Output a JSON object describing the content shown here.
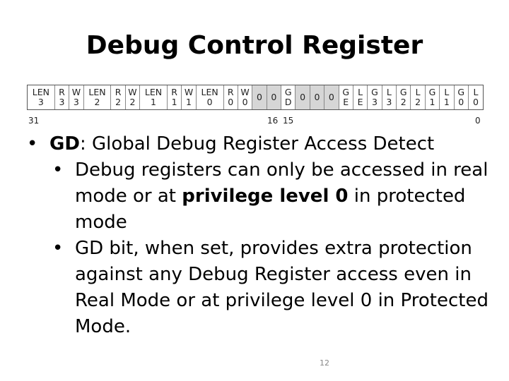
{
  "slide": {
    "title": "Debug Control Register",
    "page_number": "12"
  },
  "register": {
    "cells": [
      {
        "top": "LEN",
        "bottom": "3",
        "shaded": false
      },
      {
        "top": "R",
        "bottom": "3",
        "shaded": false
      },
      {
        "top": "W",
        "bottom": "3",
        "shaded": false
      },
      {
        "top": "LEN",
        "bottom": "2",
        "shaded": false
      },
      {
        "top": "R",
        "bottom": "2",
        "shaded": false
      },
      {
        "top": "W",
        "bottom": "2",
        "shaded": false
      },
      {
        "top": "LEN",
        "bottom": "1",
        "shaded": false
      },
      {
        "top": "R",
        "bottom": "1",
        "shaded": false
      },
      {
        "top": "W",
        "bottom": "1",
        "shaded": false
      },
      {
        "top": "LEN",
        "bottom": "0",
        "shaded": false
      },
      {
        "top": "R",
        "bottom": "0",
        "shaded": false
      },
      {
        "top": "W",
        "bottom": "0",
        "shaded": false
      },
      {
        "top": "",
        "bottom": "0",
        "shaded": true,
        "single": true
      },
      {
        "top": "",
        "bottom": "0",
        "shaded": true,
        "single": true
      },
      {
        "top": "G",
        "bottom": "D",
        "shaded": false
      },
      {
        "top": "",
        "bottom": "0",
        "shaded": true,
        "single": true
      },
      {
        "top": "",
        "bottom": "0",
        "shaded": true,
        "single": true
      },
      {
        "top": "",
        "bottom": "0",
        "shaded": true,
        "single": true
      },
      {
        "top": "G",
        "bottom": "E",
        "shaded": false
      },
      {
        "top": "L",
        "bottom": "E",
        "shaded": false
      },
      {
        "top": "G",
        "bottom": "3",
        "shaded": false
      },
      {
        "top": "L",
        "bottom": "3",
        "shaded": false
      },
      {
        "top": "G",
        "bottom": "2",
        "shaded": false
      },
      {
        "top": "L",
        "bottom": "2",
        "shaded": false
      },
      {
        "top": "G",
        "bottom": "1",
        "shaded": false
      },
      {
        "top": "L",
        "bottom": "1",
        "shaded": false
      },
      {
        "top": "G",
        "bottom": "0",
        "shaded": false
      },
      {
        "top": "L",
        "bottom": "0",
        "shaded": false
      }
    ],
    "bit_labels": {
      "b31": "31",
      "b16": "16",
      "b15": "15",
      "b0": "0"
    }
  },
  "bullets": {
    "gd_term": "GD",
    "gd_rest": ": Global Debug Register Access Detect",
    "sub1_a": "Debug registers can only be accessed in real mode or at ",
    "sub1_bold": "privilege level 0",
    "sub1_b": " in protected mode",
    "sub2": "GD bit, when set, provides extra protection against any Debug Register access even in Real Mode or at privilege level 0 in Protected Mode."
  }
}
